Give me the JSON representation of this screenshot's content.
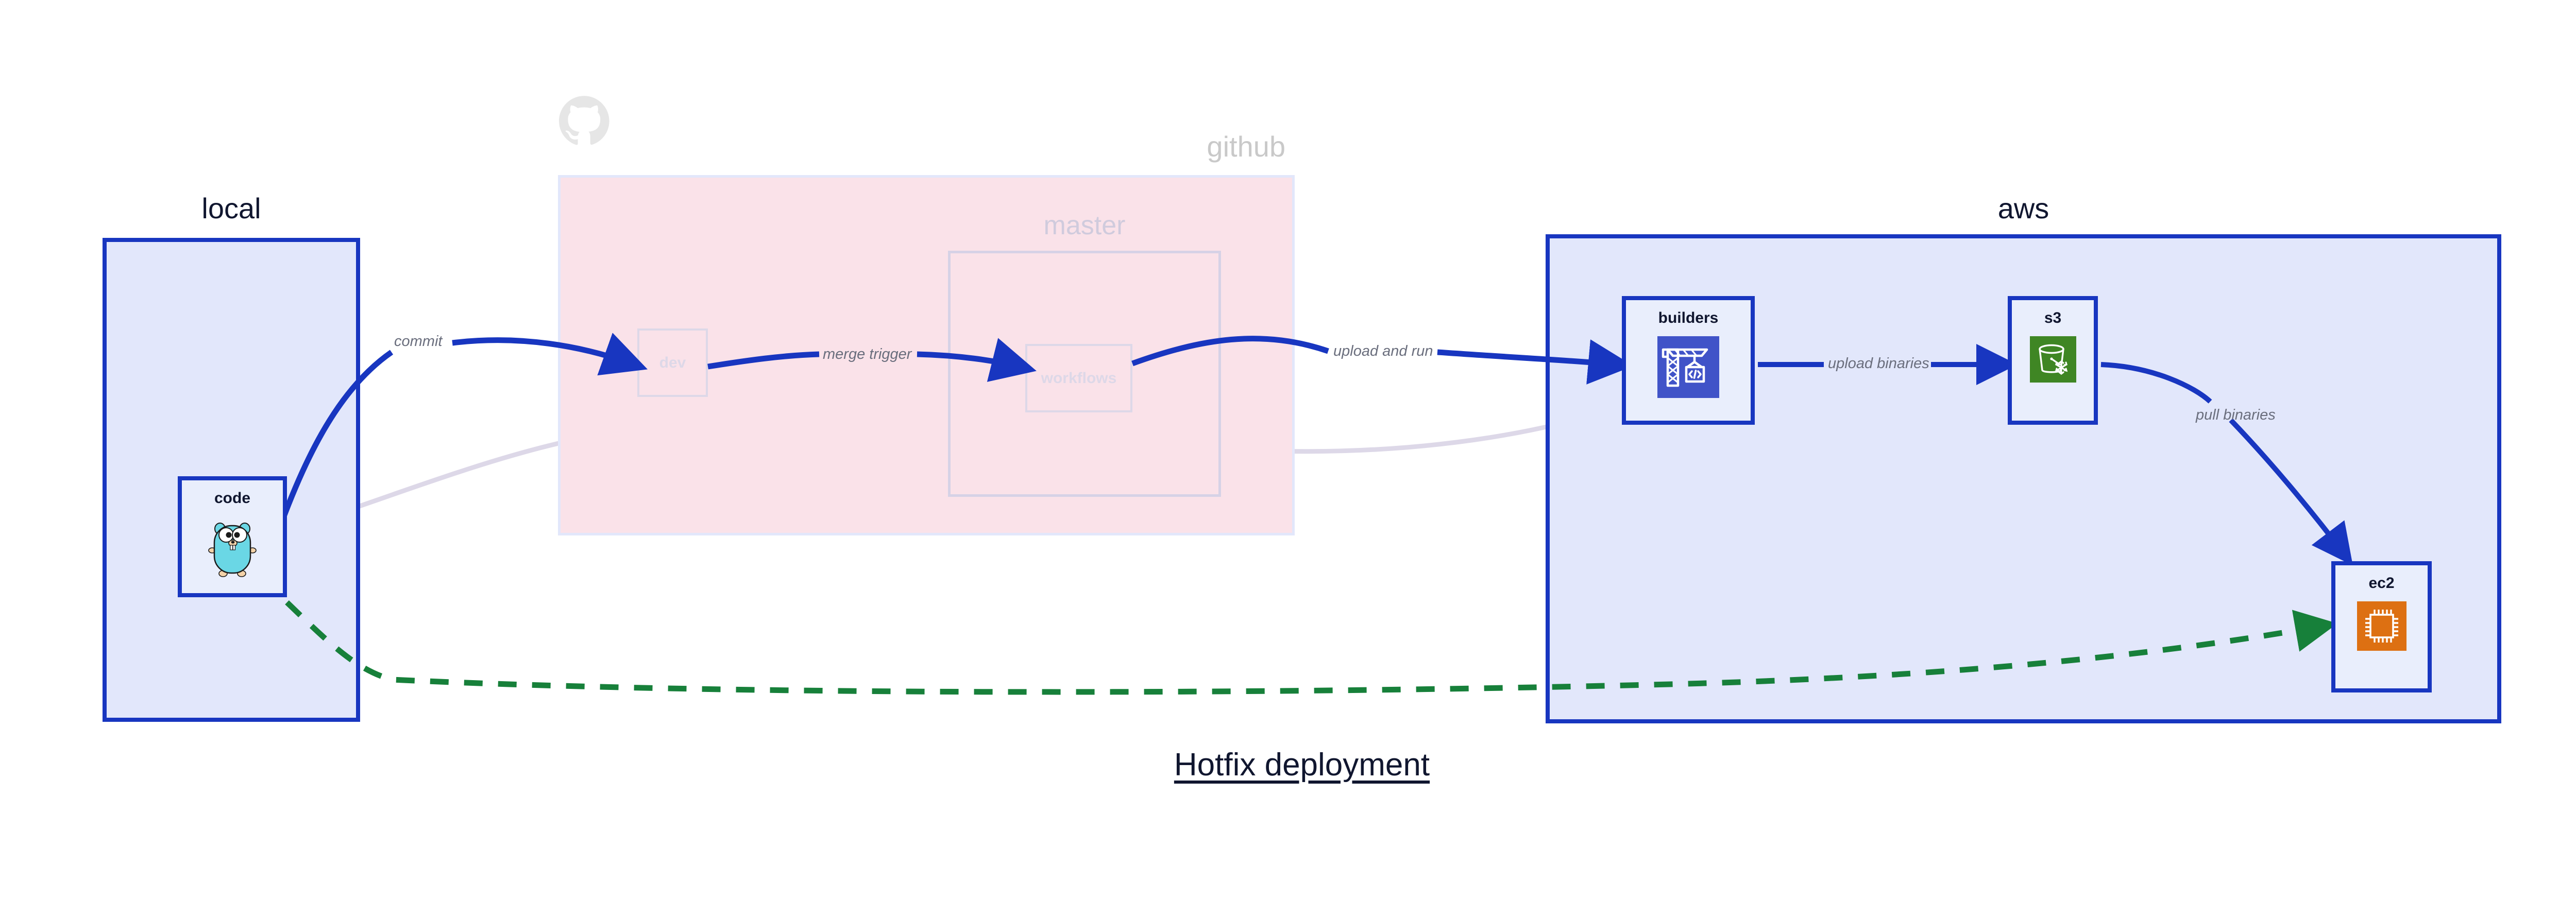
{
  "diagram": {
    "title": "Hotfix deployment",
    "colors": {
      "node_border": "#1836c0",
      "node_fill": "#e9eefc",
      "cluster_local_fill": "#e2e7fb",
      "cluster_github_fill": "#fae2e9",
      "cluster_aws_fill": "#e2e7fb",
      "edge_primary": "#1836c0",
      "edge_hotfix": "#17803a",
      "edge_ghost": "#ddd8e8",
      "label_text": "#6a6e7d",
      "title_text": "#10162f",
      "builders_icon": "#4053c8",
      "s3_icon": "#3f8624",
      "ec2_icon": "#dd7012",
      "gopher_body": "#6ad7e5"
    }
  },
  "clusters": [
    {
      "id": "local",
      "label": "local"
    },
    {
      "id": "github",
      "label": "github",
      "logo_icon": "github-octocat-icon"
    },
    {
      "id": "aws",
      "label": "aws"
    },
    {
      "id": "master",
      "label": "master"
    }
  ],
  "nodes": [
    {
      "id": "code",
      "label": "code",
      "icon": "go-gopher-icon",
      "cluster": "local",
      "state": "active"
    },
    {
      "id": "dev",
      "label": "dev",
      "icon": null,
      "cluster": "github",
      "state": "ghost"
    },
    {
      "id": "workflows",
      "label": "workflows",
      "icon": null,
      "cluster": "master",
      "state": "ghost"
    },
    {
      "id": "builders",
      "label": "builders",
      "icon": "aws-codebuild-crane-icon",
      "cluster": "aws",
      "state": "active"
    },
    {
      "id": "s3",
      "label": "s3",
      "icon": "aws-s3-glacier-bucket-icon",
      "cluster": "aws",
      "state": "active"
    },
    {
      "id": "ec2",
      "label": "ec2",
      "icon": "aws-ec2-chip-icon",
      "cluster": "aws",
      "state": "active"
    }
  ],
  "edges": [
    {
      "id": "commit",
      "from": "code",
      "to": "dev",
      "label": "commit",
      "style": "solid",
      "color": "#1836c0"
    },
    {
      "id": "merge-trigger",
      "from": "dev",
      "to": "workflows",
      "label": "merge trigger",
      "style": "solid",
      "color": "#1836c0"
    },
    {
      "id": "upload-run",
      "from": "workflows",
      "to": "builders",
      "label": "upload and run",
      "style": "solid",
      "color": "#1836c0"
    },
    {
      "id": "upload-bin",
      "from": "builders",
      "to": "s3",
      "label": "upload binaries",
      "style": "solid",
      "color": "#1836c0"
    },
    {
      "id": "pull-bin",
      "from": "s3",
      "to": "ec2",
      "label": "pull binaries",
      "style": "solid",
      "color": "#1836c0"
    },
    {
      "id": "hotfix",
      "from": "code",
      "to": "ec2",
      "label": "",
      "style": "dashed",
      "color": "#17803a"
    }
  ]
}
